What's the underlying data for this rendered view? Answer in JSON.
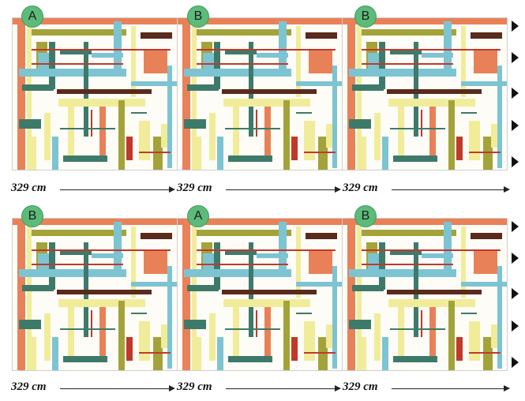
{
  "rows": [
    {
      "badges": [
        "A",
        "B",
        "B"
      ],
      "measures": [
        "329 cm",
        "329 cm",
        "329 cm"
      ]
    },
    {
      "badges": [
        "B",
        "A",
        "B"
      ],
      "measures": [
        "329 cm",
        "329 cm",
        "329 cm"
      ]
    }
  ],
  "colors": {
    "badge": "#5dbb7a",
    "orange": "#e98158",
    "blue": "#7dc4d3",
    "olive": "#a3a33a",
    "teal": "#3e7a6a",
    "yellow": "#f1ec9a",
    "brown": "#5a2a1c",
    "red": "#c0392b"
  }
}
